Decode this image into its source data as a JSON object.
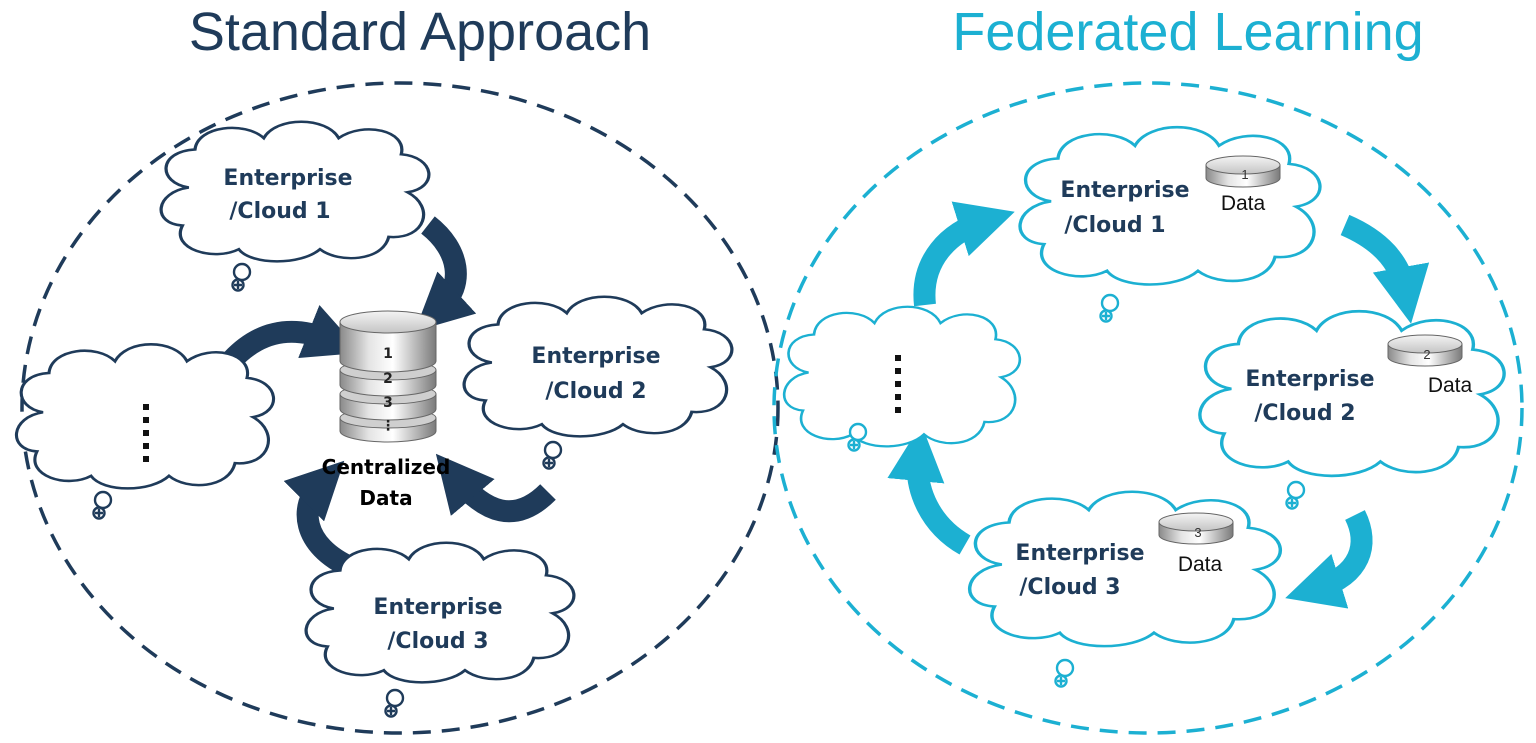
{
  "colors": {
    "standard": "#1f3b5a",
    "federated": "#1cb0d2",
    "disk_light": "#e4e4e4",
    "disk_dark": "#8a8a8a"
  },
  "standard": {
    "title": "Standard Approach",
    "clouds": {
      "c1": [
        "Enterprise",
        "/Cloud 1"
      ],
      "c2": [
        "Enterprise",
        "/Cloud 2"
      ],
      "c3": [
        "Enterprise",
        "/Cloud 3"
      ]
    },
    "central": {
      "label1": "Centralized",
      "label2": "Data",
      "disks": [
        "1",
        "2",
        "3",
        "⋮"
      ]
    }
  },
  "federated": {
    "title": "Federated Learning",
    "clouds": {
      "c1": [
        "Enterprise",
        "/Cloud 1"
      ],
      "c2": [
        "Enterprise",
        "/Cloud 2"
      ],
      "c3": [
        "Enterprise",
        "/Cloud 3"
      ]
    },
    "data_label": "Data",
    "disk_numbers": [
      "1",
      "2",
      "3"
    ]
  }
}
